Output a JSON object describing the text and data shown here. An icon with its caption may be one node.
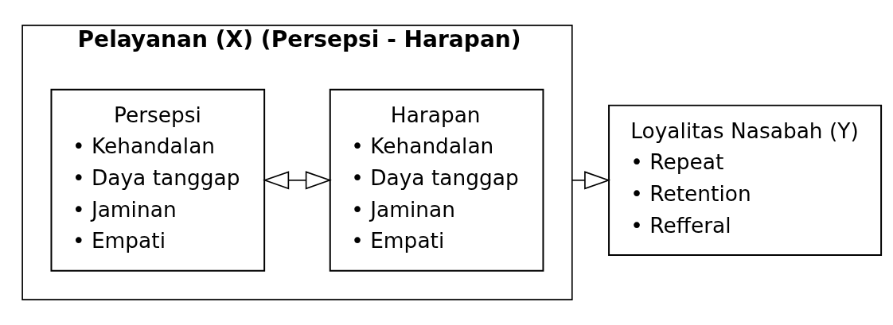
{
  "diagram": {
    "nodes": [
      {
        "text": [
          "Pelayanan (X) (Persepsi - Harapan)"
        ]
      },
      {
        "text": [
          "Persepsi",
          "• Kehandalan",
          "• Daya tanggap",
          "• Jaminan",
          "• Empati"
        ],
        "in": 0
      },
      {
        "text": [
          "Harapan",
          "• Kehandalan",
          "• Daya tanggap",
          "• Jaminan",
          "• Empati"
        ],
        "in": 0
      },
      {
        "text": [
          "Loyalitas Nasabah (Y)",
          "• Repeat",
          "• Retention",
          "• Refferal"
        ]
      }
    ],
    "edges": [
      {
        "from": 1,
        "to": 2,
        "arrow": "both"
      },
      {
        "from": 0,
        "to": 3,
        "arrow": "to"
      }
    ]
  }
}
